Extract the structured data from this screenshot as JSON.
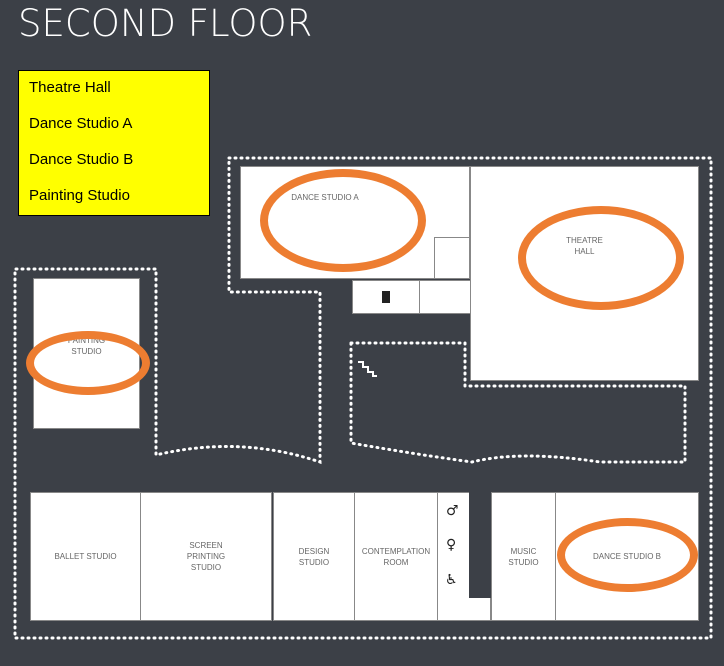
{
  "title": "SECOND FLOOR",
  "legend": [
    "Theatre Hall",
    "Dance Studio A",
    "Dance Studio B",
    "Painting Studio"
  ],
  "rooms": {
    "dance_studio_a": "DANCE STUDIO A",
    "theatre_hall": "THEATRE HALL",
    "painting_studio": "PAINTING STUDIO",
    "ballet_studio": "BALLET STUDIO",
    "screen_printing_studio": "SCREEN PRINTING STUDIO",
    "design_studio": "DESIGN STUDIO",
    "contemplation_room": "CONTEMPLATION ROOM",
    "music_studio": "MUSIC STUDIO",
    "dance_studio_b": "DANCE STUDIO B"
  },
  "highlight_color": "#ed7d31",
  "icons": [
    "elevator-icon",
    "stairs-icon",
    "male-restroom-icon",
    "female-restroom-icon",
    "accessible-icon"
  ]
}
